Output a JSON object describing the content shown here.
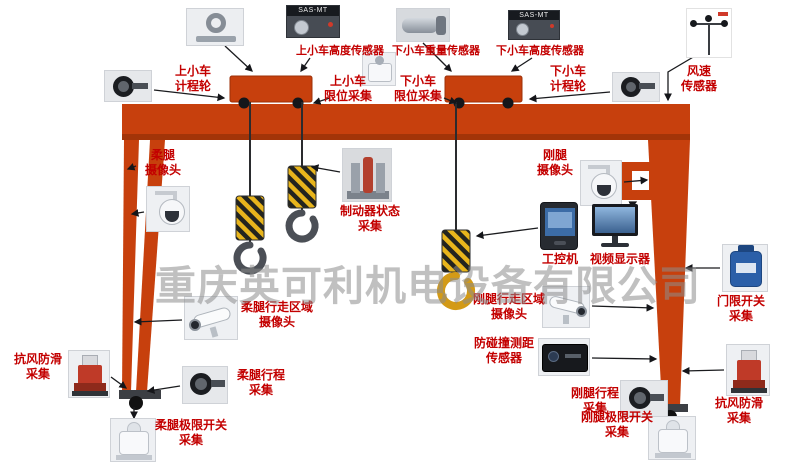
{
  "watermark": "重庆英可利机电设备有限公司",
  "colors": {
    "crane": "#c7400d",
    "label": "#c30000",
    "hook_stripe_yellow": "#e8b51c",
    "hook_stripe_black": "#23241f"
  },
  "labels": {
    "upper_height_sensor": "上小车高度传感器",
    "lower_weight_sensor": "下小车重量传感器",
    "lower_height_sensor": "下小车高度传感器",
    "upper_odometer": "上小车\n计程轮",
    "lower_odometer": "下小车\n计程轮",
    "wind_sensor": "风速\n传感器",
    "upper_limit": "上小车\n限位采集",
    "lower_limit": "下小车\n限位采集",
    "flex_camera": "柔腿\n摄像头",
    "rigid_camera": "刚腿\n摄像头",
    "brake_status": "制动器状态\n采集",
    "ipc": "工控机",
    "display": "视频显示器",
    "door_limit": "门限开关\n采集",
    "flex_area_camera": "柔腿行走区域\n摄像头",
    "rigid_area_camera": "刚腿行走区域\n摄像头",
    "anti_collision": "防碰撞测距\n传感器",
    "anti_wind_left": "抗风防滑\n采集",
    "flex_travel": "柔腿行程\n采集",
    "flex_limit": "柔腿极限开关\n采集",
    "rigid_travel": "刚腿行程\n采集",
    "rigid_limit": "刚腿极限开关\n采集",
    "anti_wind_right": "抗风防滑\n采集"
  },
  "devices": {
    "encoder_caption": "SAS-MT"
  }
}
